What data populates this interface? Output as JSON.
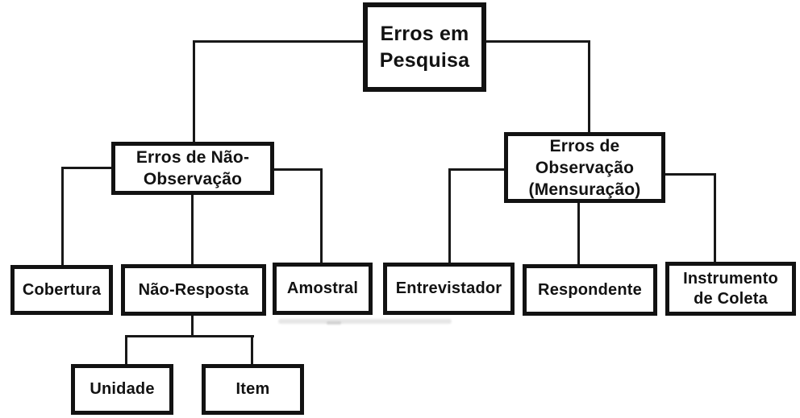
{
  "diagram": {
    "type": "tree",
    "background_color": "#ffffff",
    "line_color": "#181818",
    "box_border_color": "#121212",
    "text_color": "#121212",
    "nodes": {
      "root": {
        "lines": [
          "Erros em",
          "Pesquisa"
        ]
      },
      "nao_observacao": {
        "lines": [
          "Erros de Não-",
          "Observação"
        ]
      },
      "observacao": {
        "lines": [
          "Erros de",
          "Observação",
          "(Mensuração)"
        ]
      },
      "cobertura": {
        "label": "Cobertura"
      },
      "nao_resposta": {
        "label": "Não-Resposta"
      },
      "amostral": {
        "label": "Amostral"
      },
      "entrevistador": {
        "label": "Entrevistador"
      },
      "respondente": {
        "label": "Respondente"
      },
      "instrumento_de_coleta": {
        "lines": [
          "Instrumento",
          "de Coleta"
        ]
      },
      "unidade": {
        "label": "Unidade"
      },
      "item": {
        "label": "Item"
      }
    },
    "edges": [
      [
        "root",
        "nao_observacao"
      ],
      [
        "root",
        "observacao"
      ],
      [
        "nao_observacao",
        "cobertura"
      ],
      [
        "nao_observacao",
        "nao_resposta"
      ],
      [
        "nao_observacao",
        "amostral"
      ],
      [
        "observacao",
        "entrevistador"
      ],
      [
        "observacao",
        "respondente"
      ],
      [
        "observacao",
        "instrumento_de_coleta"
      ],
      [
        "nao_resposta",
        "unidade"
      ],
      [
        "nao_resposta",
        "item"
      ]
    ]
  }
}
